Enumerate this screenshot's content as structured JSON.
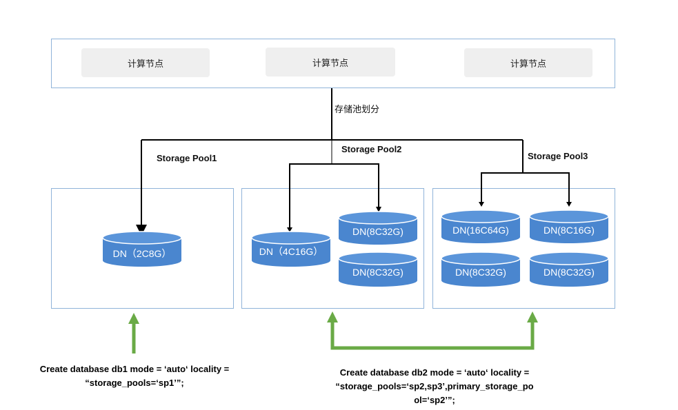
{
  "compute_nodes": [
    "计算节点",
    "计算节点",
    "计算节点"
  ],
  "partition_label": "存储池划分",
  "pools": [
    {
      "name": "Storage Pool1",
      "disks": [
        "DN（2C8G）"
      ]
    },
    {
      "name": "Storage Pool2",
      "disks": [
        "DN（4C16G）",
        "DN(8C32G)",
        "DN(8C32G)"
      ]
    },
    {
      "name": "Storage Pool3",
      "disks": [
        "DN(16C64G)",
        "DN(8C16G)",
        "DN(8C32G)",
        "DN(8C32G)"
      ]
    }
  ],
  "commands": {
    "db1_line1": "Create database db1 mode = ‘auto‘ locality =",
    "db1_line2": "“storage_pools=‘sp1’”;",
    "db2_line1": "Create database db2 mode = ‘auto‘ locality =",
    "db2_line2": "“storage_pools=‘sp2,sp3’,primary_storage_po",
    "db2_line3": "ol=‘sp2’”;"
  },
  "colors": {
    "frame_border": "#8fb3d9",
    "disk_fill": "#4a86cf",
    "disk_top": "#5b95da",
    "arrow_green": "#6aaa46",
    "connector": "#000000"
  }
}
